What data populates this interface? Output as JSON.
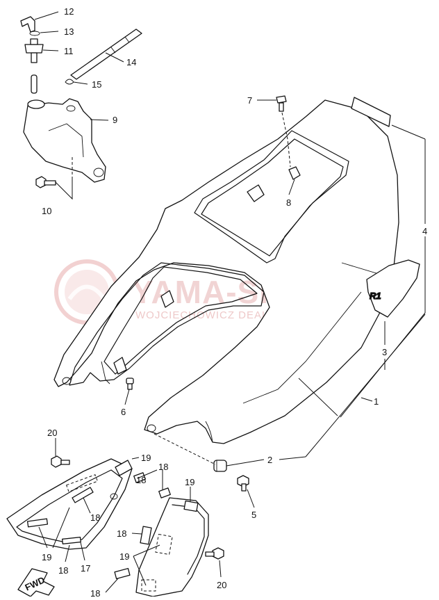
{
  "diagram": {
    "callouts": [
      "12",
      "13",
      "11",
      "14",
      "15",
      "7",
      "9",
      "10",
      "8",
      "4",
      "3",
      "1",
      "6",
      "2",
      "5",
      "20",
      "19",
      "18",
      "18",
      "19",
      "18",
      "17",
      "18",
      "19",
      "20",
      "18",
      "19",
      "18"
    ],
    "fwd_label": "FWD",
    "decal_text": "R1"
  },
  "watermark": {
    "title": "YAMA-SKLEP.PL",
    "subtitle": "WOJCIECHOWICZ DEALER YAMAHA"
  },
  "colors": {
    "line": "#111111",
    "watermark": "#e7b1b1",
    "background": "#ffffff"
  }
}
